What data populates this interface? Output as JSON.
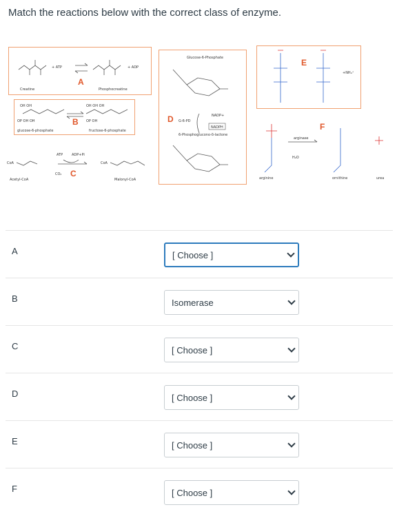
{
  "question": {
    "text": "Match the reactions below with the correct class of enzyme."
  },
  "figure": {
    "letters": [
      "A",
      "B",
      "C",
      "D",
      "E",
      "F"
    ],
    "labels": {
      "creatine": "Creatine",
      "atp": "+ ATP",
      "adp": "+ ADP",
      "phosphocreatine": "Phosphocreatine",
      "g6p": "glucose-6-phosphate",
      "f6p": "fructose-6-phosphate",
      "acetyl": "Acetyl-CoA",
      "malonyl": "Malonyl-CoA",
      "atp2": "ATP",
      "adppi": "ADP+Pi",
      "co2": "CO₂",
      "coa": "CoA",
      "coa2": "CoA",
      "glucose6p": "Glucose-6-Phosphate",
      "g6pd": "G-6-PD",
      "nadp": "NADP+",
      "nadph": "NADPH",
      "lactone": "6-Phosphoglucono-δ-lactone",
      "arginase": "arginase",
      "h2o": "H₂O",
      "arginine": "arginine",
      "ornithine": "ornithine",
      "urea": "urea",
      "nh4": "+NH₄⁺"
    }
  },
  "answers": [
    {
      "label": "A",
      "value": "[ Choose ]"
    },
    {
      "label": "B",
      "value": "Isomerase"
    },
    {
      "label": "C",
      "value": "[ Choose ]"
    },
    {
      "label": "D",
      "value": "[ Choose ]"
    },
    {
      "label": "E",
      "value": "[ Choose ]"
    },
    {
      "label": "F",
      "value": "[ Choose ]"
    }
  ]
}
